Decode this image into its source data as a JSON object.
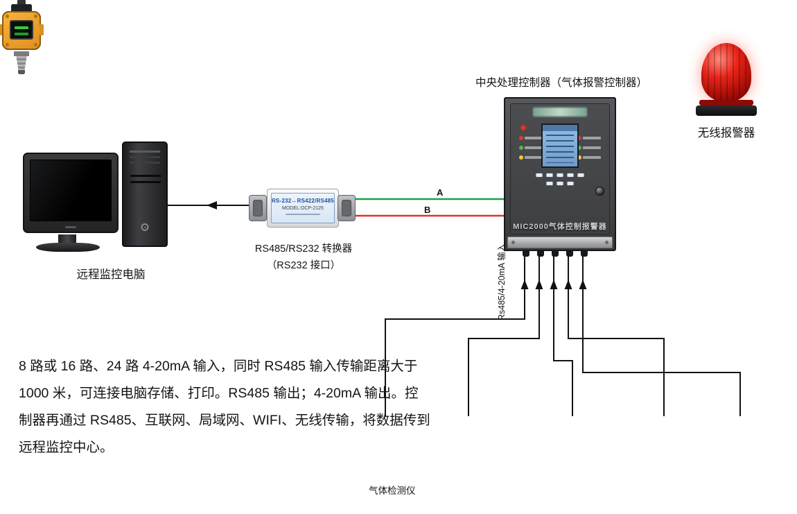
{
  "diagram": {
    "controller": {
      "title": "中央处理控制器（气体报警控制器）",
      "model_text": "MIC2000气体控制报警器",
      "input_label": "Rs485/4-20mA 输入"
    },
    "alarm": {
      "label": "无线报警器"
    },
    "computer": {
      "label": "远程监控电脑"
    },
    "converter": {
      "label_line1": "RS485/RS232 转换器",
      "label_line2": "（RS232 接口）",
      "device_line1": "RS-232↔RS422/RS485",
      "device_line2": "MODEL:OCP-2125"
    },
    "wires": {
      "label_a": "A",
      "label_b": "B",
      "colors": {
        "wire_a": "#17a349",
        "wire_b": "#dd3327",
        "signal": "#111111"
      }
    },
    "detectors": {
      "label": "气体检测仪",
      "count": 5
    },
    "description": {
      "lines": [
        "8 路或 16 路、24 路 4-20mA 输入，同时 RS485 输入传输距离大于",
        "1000 米，可连接电脑存储、打印。RS485 输出；4-20mA 输出。控",
        "制器再通过 RS485、互联网、局域网、WIFI、无线传输，将数据传到",
        "远程监控中心。"
      ]
    }
  }
}
